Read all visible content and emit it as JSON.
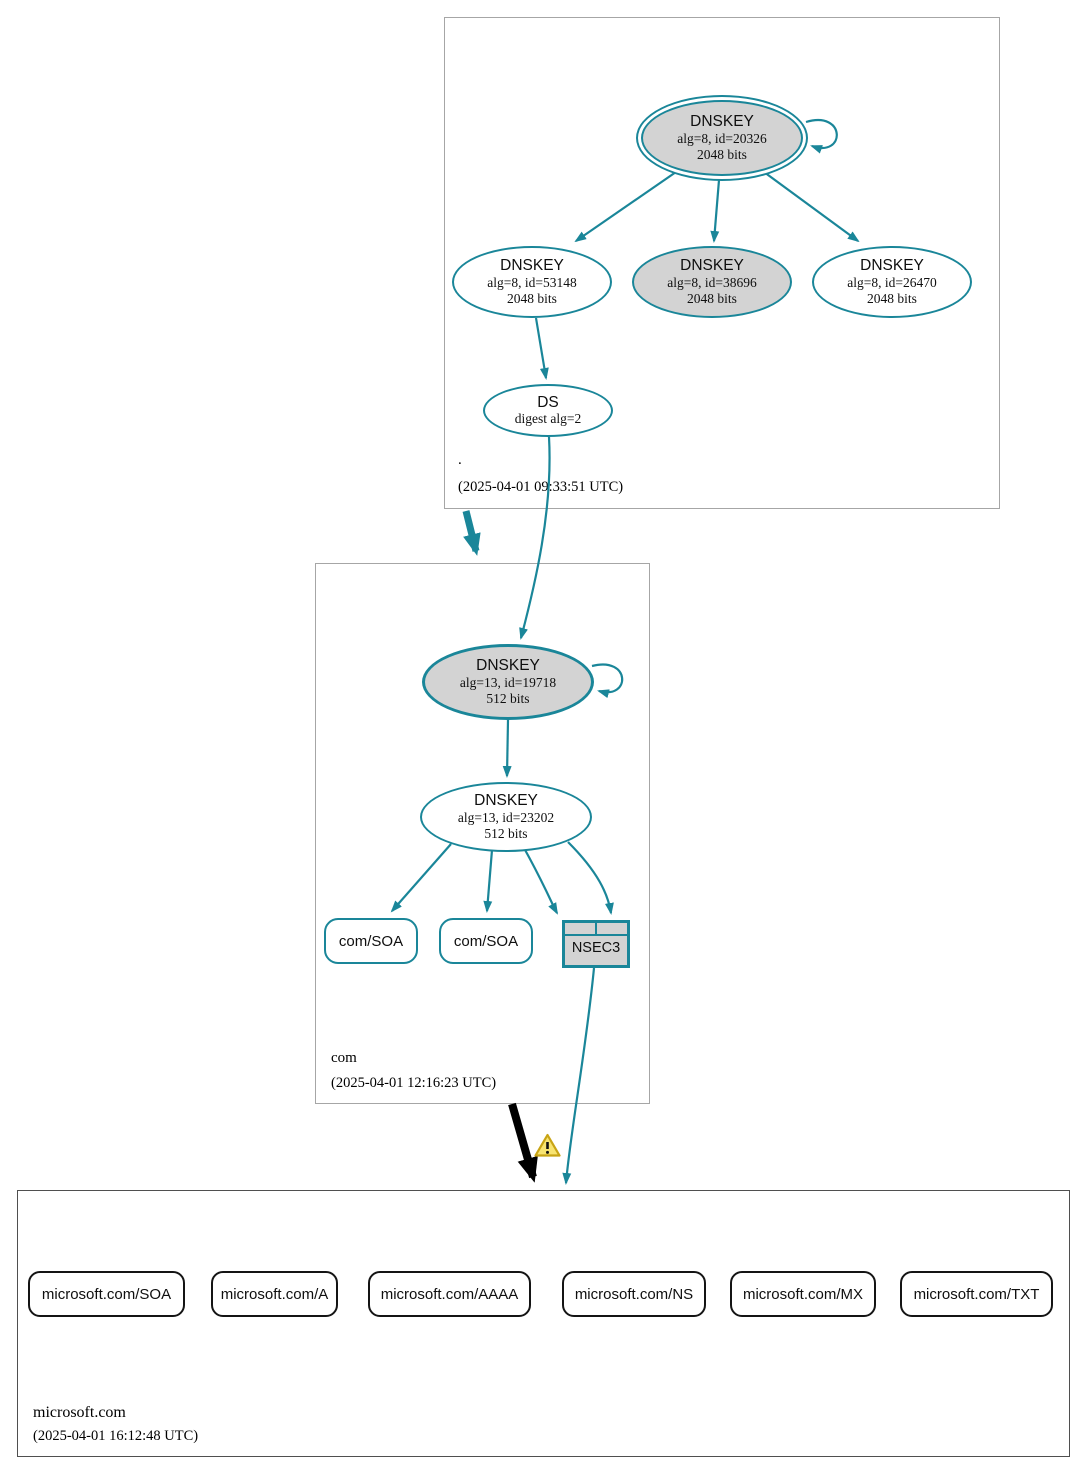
{
  "colors": {
    "secure_teal": "#1a8699",
    "insecure_black": "#000000",
    "node_fill_gray": "#d3d3d3",
    "warning_fill": "#f8e471",
    "warning_border": "#c8a415"
  },
  "root_zone": {
    "label": ".",
    "timestamp": "(2025-04-01 09:33:51 UTC)",
    "ksk": {
      "type": "DNSKEY",
      "detail": "alg=8, id=20326",
      "bits": "2048 bits"
    },
    "zsk_left": {
      "type": "DNSKEY",
      "detail": "alg=8, id=53148",
      "bits": "2048 bits"
    },
    "zsk_mid": {
      "type": "DNSKEY",
      "detail": "alg=8, id=38696",
      "bits": "2048 bits"
    },
    "zsk_right": {
      "type": "DNSKEY",
      "detail": "alg=8, id=26470",
      "bits": "2048 bits"
    },
    "ds": {
      "type": "DS",
      "detail": "digest alg=2"
    }
  },
  "com_zone": {
    "label": "com",
    "timestamp": "(2025-04-01 12:16:23 UTC)",
    "ksk": {
      "type": "DNSKEY",
      "detail": "alg=13, id=19718",
      "bits": "512 bits"
    },
    "zsk": {
      "type": "DNSKEY",
      "detail": "alg=13, id=23202",
      "bits": "512 bits"
    },
    "rrset_soa1": {
      "label": "com/SOA"
    },
    "rrset_soa2": {
      "label": "com/SOA"
    },
    "nsec3": {
      "label": "NSEC3"
    }
  },
  "microsoft_zone": {
    "label": "microsoft.com",
    "timestamp": "(2025-04-01 16:12:48 UTC)",
    "rrsets": [
      {
        "label": "microsoft.com/SOA"
      },
      {
        "label": "microsoft.com/A"
      },
      {
        "label": "microsoft.com/AAAA"
      },
      {
        "label": "microsoft.com/NS"
      },
      {
        "label": "microsoft.com/MX"
      },
      {
        "label": "microsoft.com/TXT"
      }
    ]
  }
}
